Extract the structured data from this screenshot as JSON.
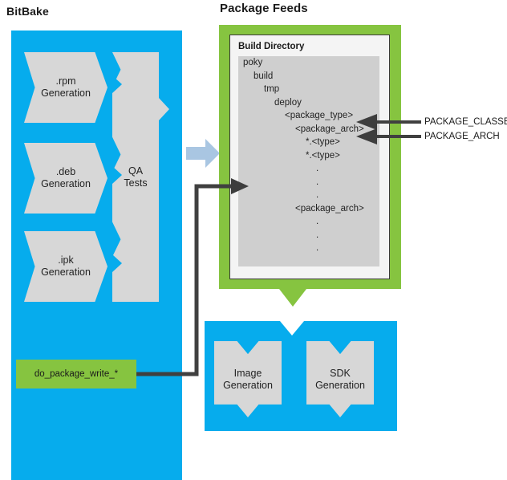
{
  "diagram": {
    "title": "Package Feeds",
    "sections": {
      "bitbake": {
        "title": "BitBake"
      },
      "package_feeds": {
        "title": "Package Feeds"
      }
    },
    "colors": {
      "bitbake_blue": "#06ACED",
      "package_feeds_green": "#86C440",
      "process_grey": "#D7D7D7",
      "tree_panel_grey": "#CFCFCF",
      "card_background": "#F4F4F4",
      "connector_dark": "#404040",
      "transfer_arrow_blue": "#A9C6E2"
    },
    "bitbake_processes": [
      {
        "id": "rpm",
        "line1": ".rpm",
        "line2": "Generation"
      },
      {
        "id": "deb",
        "line1": ".deb",
        "line2": "Generation"
      },
      {
        "id": "ipk",
        "line1": ".ipk",
        "line2": "Generation"
      }
    ],
    "qa_tests": {
      "line1": "QA",
      "line2": "Tests"
    },
    "task_box": {
      "label": "do_package_write_*"
    },
    "downstream_processes": [
      {
        "id": "image",
        "line1": "Image",
        "line2": "Generation"
      },
      {
        "id": "sdk",
        "line1": "SDK",
        "line2": "Generation"
      }
    ],
    "build_directory": {
      "title": "Build Directory",
      "tree": [
        {
          "indent": 0,
          "text": "poky"
        },
        {
          "indent": 1,
          "text": "build"
        },
        {
          "indent": 2,
          "text": "tmp"
        },
        {
          "indent": 3,
          "text": "deploy"
        },
        {
          "indent": 4,
          "text": "<package_type>"
        },
        {
          "indent": 5,
          "text": "<package_arch>"
        },
        {
          "indent": 6,
          "text": "*.<type>"
        },
        {
          "indent": 6,
          "text": "*.<type>"
        },
        {
          "indent": 7,
          "text": "."
        },
        {
          "indent": 7,
          "text": "."
        },
        {
          "indent": 7,
          "text": "."
        },
        {
          "indent": 5,
          "text": "<package_arch>"
        },
        {
          "indent": 7,
          "text": "."
        },
        {
          "indent": 7,
          "text": "."
        },
        {
          "indent": 7,
          "text": "."
        }
      ]
    },
    "variable_callouts": [
      {
        "id": "package-classes",
        "label": "PACKAGE_CLASSES",
        "points_to": "<package_type>"
      },
      {
        "id": "package-arch",
        "label": "PACKAGE_ARCH",
        "points_to": "<package_arch>"
      }
    ]
  }
}
